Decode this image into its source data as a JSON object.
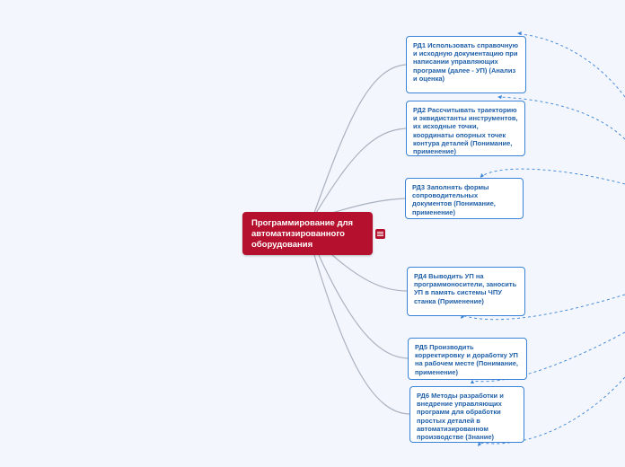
{
  "map": {
    "central": "Программирование для автоматизированного оборудования",
    "note_icon": "notes-icon",
    "colors": {
      "central": "#b5102d",
      "topic_border": "#3a83d6",
      "topic_text": "#1f5fa8",
      "branch": "#aab2c0",
      "relation": "#3a83d6"
    },
    "topics": [
      {
        "text": "РД1 Использовать справочную и исходную документацию при написании управляющих программ (далее - УП) (Анализ и оценка)"
      },
      {
        "text": "РД2 Рассчитывать траекторию и эквидистанты инструментов, их исходные точки, координаты опорных точек контура деталей (Понимание, применение)"
      },
      {
        "text": "РД3 Заполнять формы сопроводительных документов (Понимание, применение)"
      },
      {
        "text": "РД4 Выводить УП на программоносители, заносить УП в память системы ЧПУ станка (Применение)"
      },
      {
        "text": "РД5 Производить корректировку и доработку УП на рабочем месте (Понимание, применение)"
      },
      {
        "text": "РД6 Методы разработки и внедрение управляющих программ для обработки простых деталей в автоматизированном производстве (Знание)"
      }
    ]
  }
}
